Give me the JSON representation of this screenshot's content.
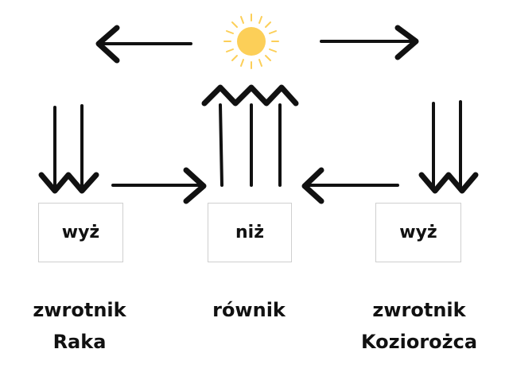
{
  "boxes": {
    "left": "wyż",
    "center": "niż",
    "right": "wyż"
  },
  "labels": {
    "left": [
      "zwrotnik",
      "Raka"
    ],
    "center": [
      "równik"
    ],
    "right": [
      "zwrotnik",
      "Koziorożca"
    ]
  },
  "colors": {
    "sun": "#FCCF58",
    "arrows": "#111111",
    "box_border": "#CFCFCF"
  },
  "icons": [
    "sun-icon"
  ]
}
